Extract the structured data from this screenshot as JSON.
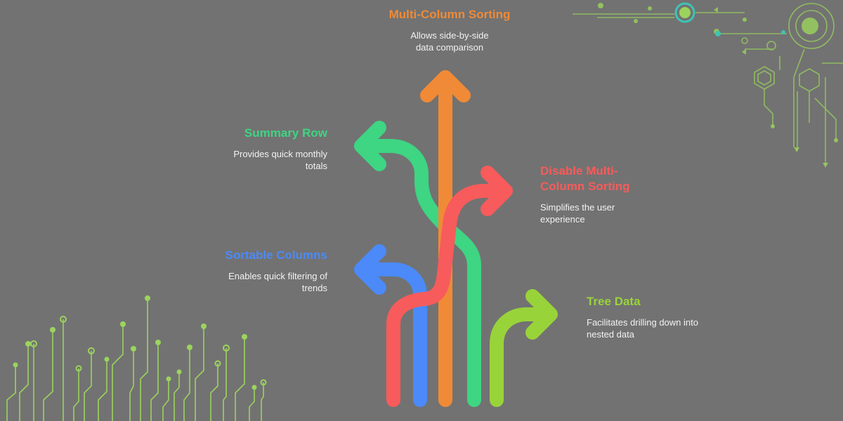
{
  "colors": {
    "background": "#727272",
    "orange": "#f08a36",
    "green": "#3ed583",
    "red": "#f85b5b",
    "blue": "#4b8af8",
    "lime": "#99d33a",
    "circuit_green": "#9bd45c",
    "circuit_teal": "#3fc3b4"
  },
  "items": [
    {
      "id": "multi-column-sorting",
      "title": "Multi-Column Sorting",
      "description": "Allows side-by-side data comparison",
      "color": "#f08a36",
      "direction": "up"
    },
    {
      "id": "summary-row",
      "title": "Summary Row",
      "description": "Provides quick monthly totals",
      "color": "#3ed583",
      "direction": "left"
    },
    {
      "id": "disable-multi-column-sorting",
      "title": "Disable Multi-Column Sorting",
      "description": "Simplifies the user experience",
      "color": "#f85b5b",
      "direction": "right"
    },
    {
      "id": "sortable-columns",
      "title": "Sortable Columns",
      "description": "Enables quick filtering of trends",
      "color": "#4b8af8",
      "direction": "left"
    },
    {
      "id": "tree-data",
      "title": "Tree Data",
      "description": "Facilitates drilling down into nested data",
      "color": "#99d33a",
      "direction": "right"
    }
  ]
}
